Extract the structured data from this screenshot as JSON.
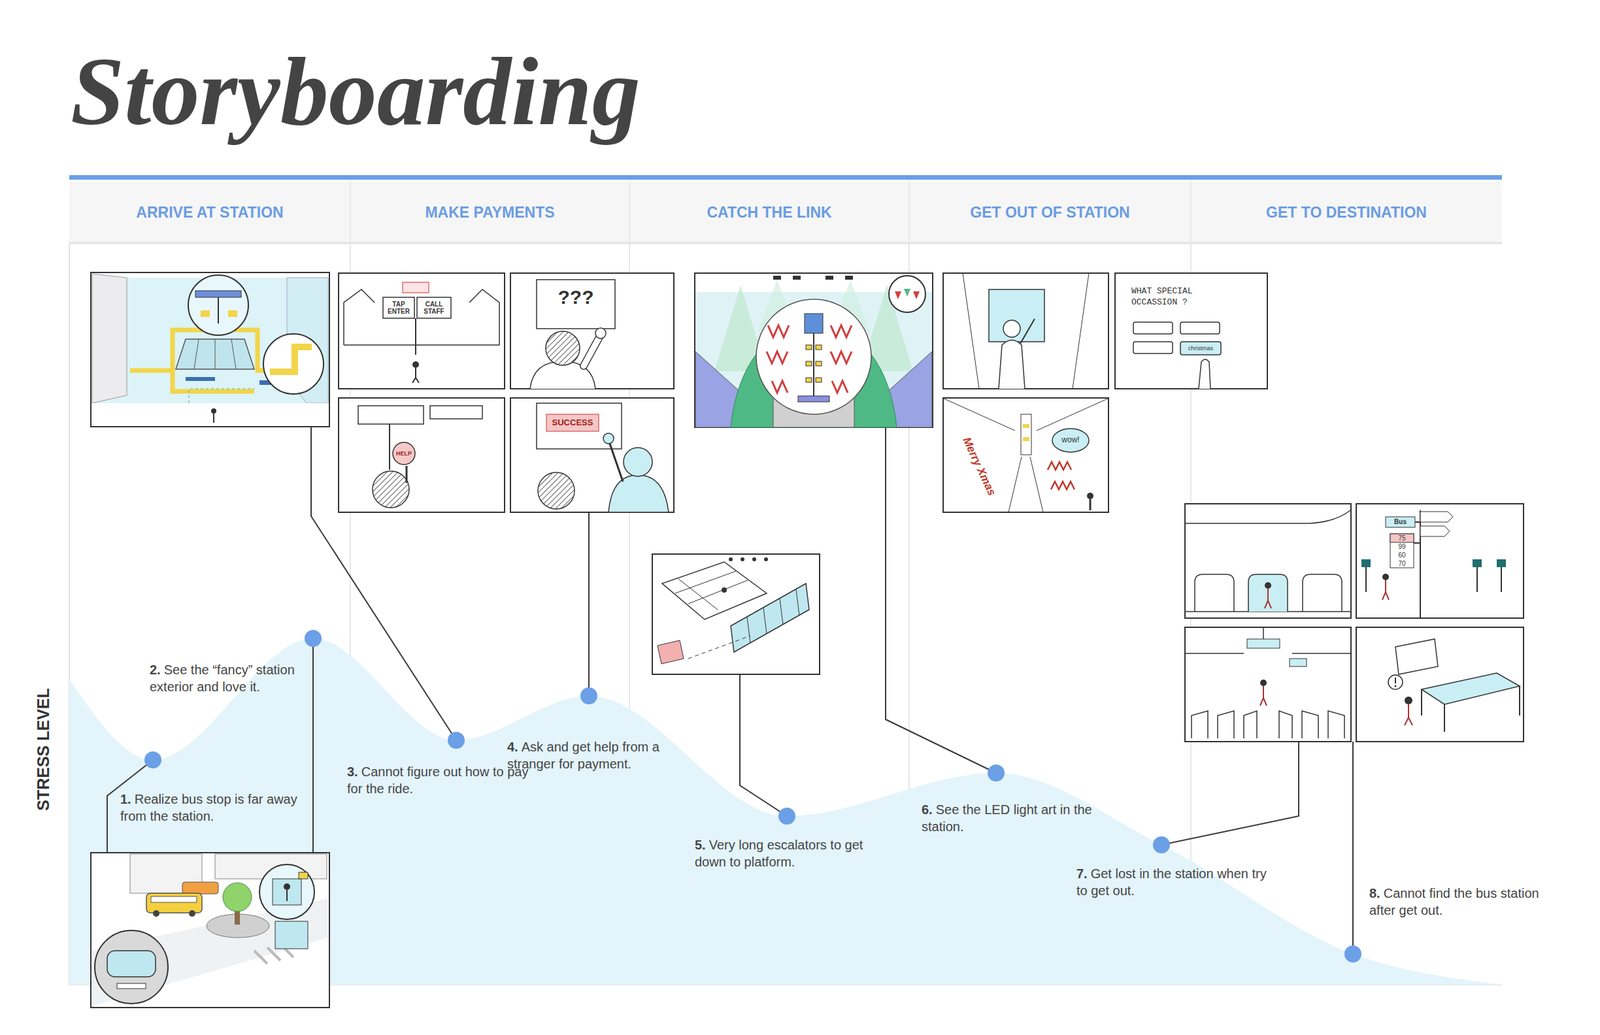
{
  "diagram": {
    "title": "Storyboarding",
    "nodes": [
      {
        "text": [
          "ARRIVE AT STATION"
        ]
      },
      {
        "text": [
          "MAKE PAYMENTS"
        ]
      },
      {
        "text": [
          "CATCH THE LINK"
        ]
      },
      {
        "text": [
          "GET OUT OF STATION"
        ]
      },
      {
        "text": [
          "GET TO DESTINATION"
        ]
      }
    ],
    "labels": [
      "STRESS LEVEL",
      "1.",
      "Realize bus stop is far away from the station.",
      "2.",
      "See the “fancy” station exterior and love it.",
      "3.",
      "Cannot figure out how to pay for the ride.",
      "4.",
      "Ask and get help from a stranger for payment.",
      "5.",
      "Very long escalators to get down to platform.",
      "6.",
      "See the LED light art in the station.",
      "7.",
      "Get lost in the station when try to get out.",
      "8.",
      "Cannot find the bus station after get out.",
      "TAP ENTER",
      "CALL STAFF",
      "???",
      "HELP",
      "SUCCESS",
      "WHAT SPECIAL OCCASSION ?",
      "christmas",
      "Merry Xmas",
      "wow!",
      "Bus",
      "75",
      "99",
      "60",
      "70"
    ]
  }
}
